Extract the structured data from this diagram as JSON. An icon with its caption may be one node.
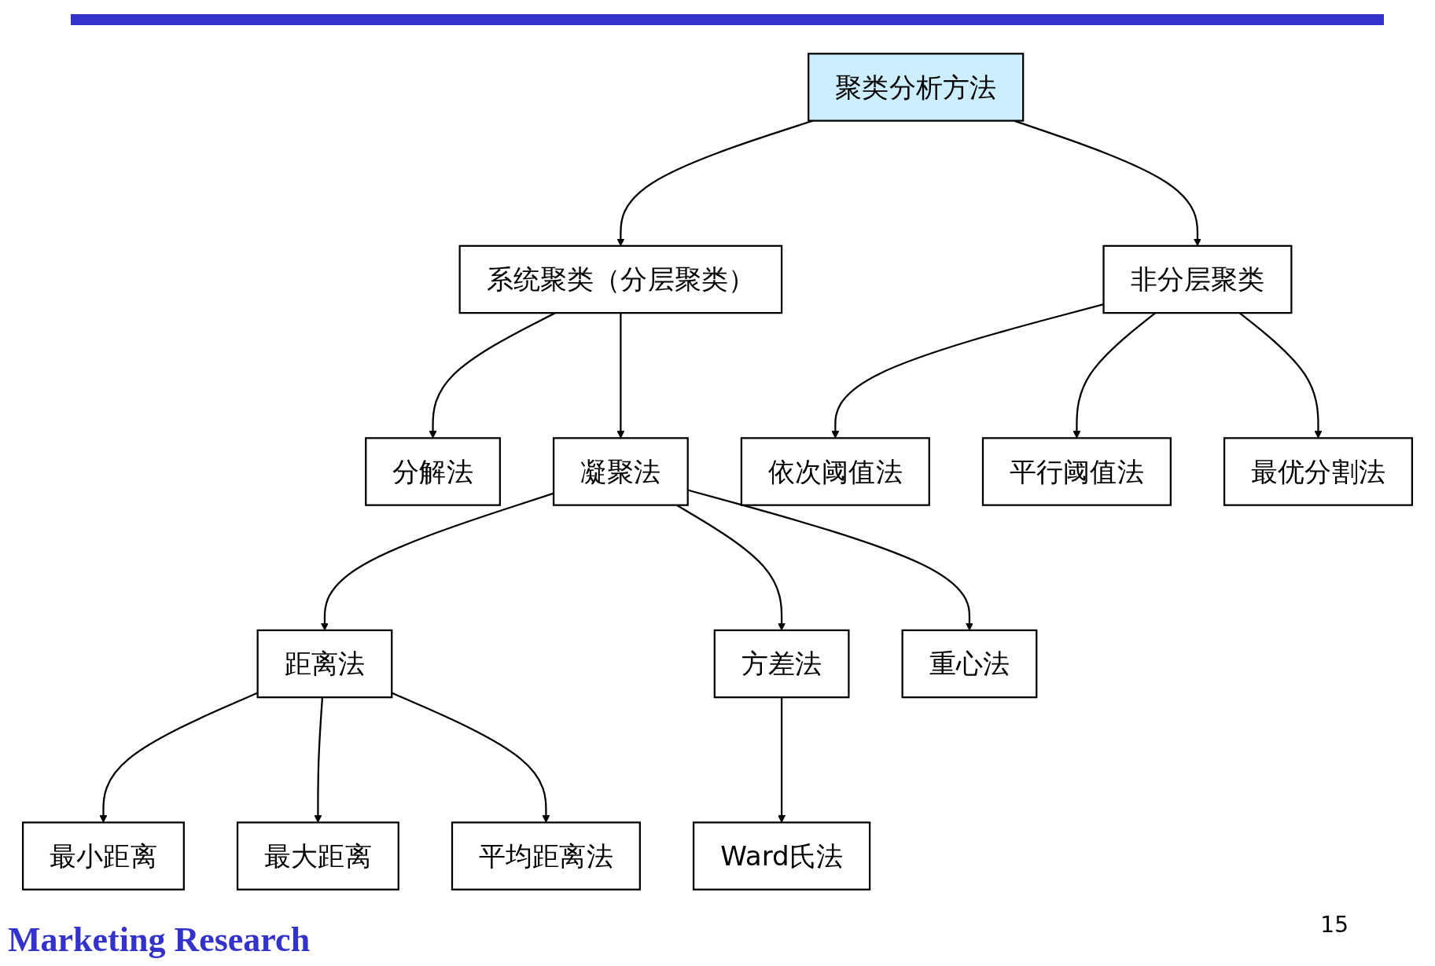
{
  "diagram": {
    "nodes": [
      {
        "text": [
          "聚类分析方法"
        ]
      },
      {
        "text": [
          "系统聚类（分层聚类）"
        ]
      },
      {
        "text": [
          "非分层聚类"
        ]
      },
      {
        "text": [
          "凝聚法"
        ]
      },
      {
        "text": [
          "分解法"
        ]
      },
      {
        "text": [
          "依次阈值法"
        ]
      },
      {
        "text": [
          "平行阈值法"
        ]
      },
      {
        "text": [
          "最优分割法"
        ]
      },
      {
        "text": [
          "距离法"
        ]
      },
      {
        "text": [
          "方差法"
        ]
      },
      {
        "text": [
          "重心法"
        ]
      },
      {
        "text": [
          "Ward氏法"
        ]
      },
      {
        "text": [
          "最小距离"
        ]
      },
      {
        "text": [
          "最大距离"
        ]
      },
      {
        "text": [
          "平均距离法"
        ]
      }
    ],
    "edges": [
      {
        "from": 0,
        "to": 1,
        "arrow": "to"
      },
      {
        "from": 0,
        "to": 2,
        "arrow": "to"
      },
      {
        "from": 1,
        "to": 3,
        "arrow": "to"
      },
      {
        "from": 1,
        "to": 4,
        "arrow": "to"
      },
      {
        "from": 2,
        "to": 5,
        "arrow": "to"
      },
      {
        "from": 2,
        "to": 6,
        "arrow": "to"
      },
      {
        "from": 2,
        "to": 7,
        "arrow": "to"
      },
      {
        "from": 3,
        "to": 8,
        "arrow": "to"
      },
      {
        "from": 3,
        "to": 9,
        "arrow": "to"
      },
      {
        "from": 3,
        "to": 10,
        "arrow": "to"
      },
      {
        "from": 9,
        "to": 11,
        "arrow": "to"
      },
      {
        "from": 8,
        "to": 12,
        "arrow": "to"
      },
      {
        "from": 8,
        "to": 13,
        "arrow": "to"
      },
      {
        "from": 8,
        "to": 14,
        "arrow": "to"
      }
    ],
    "labels": [
      "Marketing Research",
      "15"
    ]
  }
}
